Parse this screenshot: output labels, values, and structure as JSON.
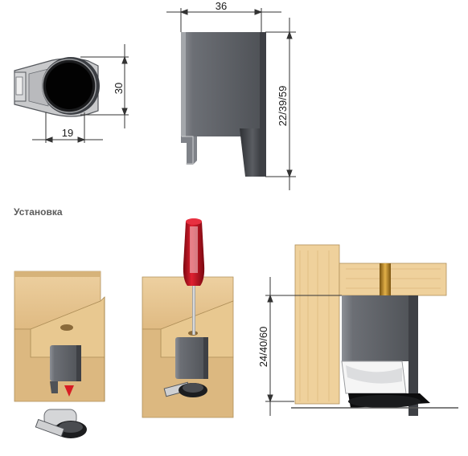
{
  "dimensions": {
    "top_width": "36",
    "side_height": "30",
    "bottom_width": "19",
    "right_height": "22/39/59",
    "install_height": "24/40/60"
  },
  "install_heading": "Установка",
  "colors": {
    "plastic_gray": "#5d6066",
    "wood": "#e6c48f",
    "wood_dark": "#c8a56d",
    "screwdriver_red": "#c81020",
    "brass": "#b8861c"
  }
}
